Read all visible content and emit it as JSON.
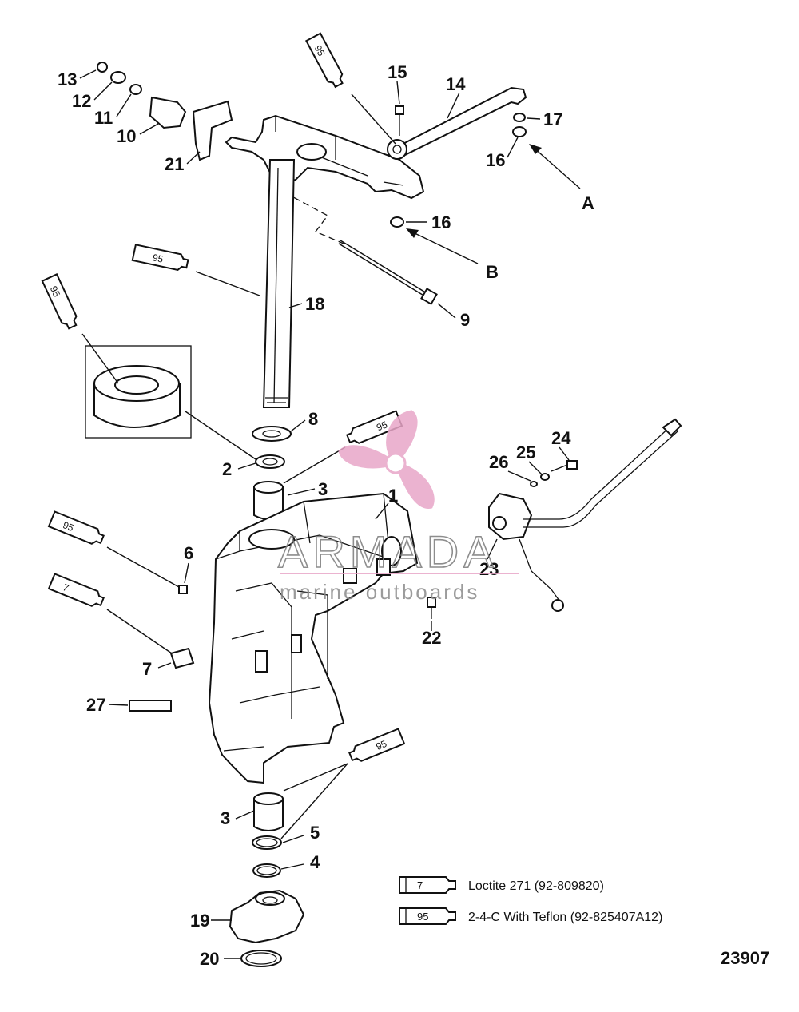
{
  "diagram": {
    "drawing_number": "23907",
    "callouts": [
      {
        "id": "c13",
        "text": "13"
      },
      {
        "id": "c12",
        "text": "12"
      },
      {
        "id": "c11",
        "text": "11"
      },
      {
        "id": "c10",
        "text": "10"
      },
      {
        "id": "c21",
        "text": "21"
      },
      {
        "id": "c15",
        "text": "15"
      },
      {
        "id": "c14",
        "text": "14"
      },
      {
        "id": "c17",
        "text": "17"
      },
      {
        "id": "c16a",
        "text": "16"
      },
      {
        "id": "c16b",
        "text": "16"
      },
      {
        "id": "c18",
        "text": "18"
      },
      {
        "id": "c9",
        "text": "9"
      },
      {
        "id": "c8",
        "text": "8"
      },
      {
        "id": "c2",
        "text": "2"
      },
      {
        "id": "c3a",
        "text": "3"
      },
      {
        "id": "c1",
        "text": "1"
      },
      {
        "id": "c6",
        "text": "6"
      },
      {
        "id": "c7",
        "text": "7"
      },
      {
        "id": "c27",
        "text": "27"
      },
      {
        "id": "c22",
        "text": "22"
      },
      {
        "id": "c23",
        "text": "23"
      },
      {
        "id": "c24",
        "text": "24"
      },
      {
        "id": "c25",
        "text": "25"
      },
      {
        "id": "c26",
        "text": "26"
      },
      {
        "id": "c3b",
        "text": "3"
      },
      {
        "id": "c5",
        "text": "5"
      },
      {
        "id": "c4",
        "text": "4"
      },
      {
        "id": "c19",
        "text": "19"
      },
      {
        "id": "c20",
        "text": "20"
      }
    ],
    "view_letters": [
      {
        "id": "A",
        "text": "A"
      },
      {
        "id": "B",
        "text": "B"
      }
    ],
    "tube_labels": [
      "95",
      "95",
      "95",
      "95",
      "7",
      "95",
      "95"
    ]
  },
  "legend": [
    {
      "tube": "7",
      "text": "Loctite 271 (92-809820)"
    },
    {
      "tube": "95",
      "text": "2-4-C  With Teflon (92-825407A12)"
    }
  ],
  "watermark": {
    "brand": "ARMADA",
    "tagline": "marine outboards",
    "color": "#e8a6c8"
  }
}
